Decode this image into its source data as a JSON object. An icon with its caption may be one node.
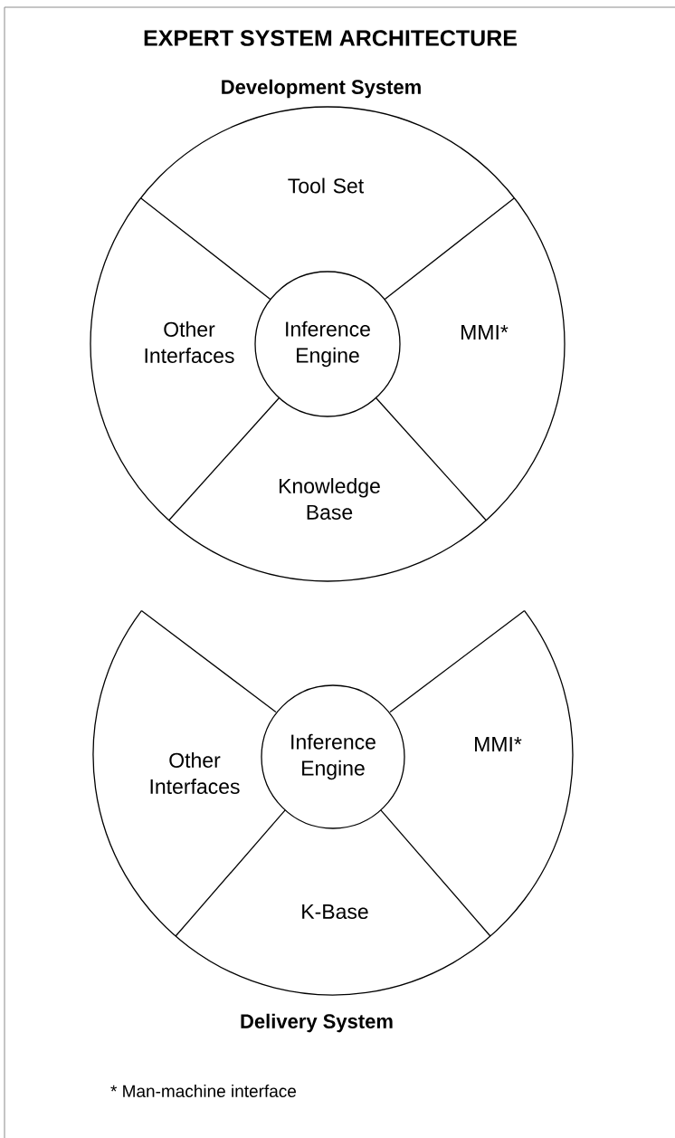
{
  "diagram": {
    "title": "EXPERT SYSTEM ARCHITECTURE",
    "nodes": [
      {
        "text": [
          "Development System"
        ]
      },
      {
        "text": [
          "Tool Set"
        ],
        "in": 0
      },
      {
        "text": [
          "Other Interfaces"
        ],
        "in": 0
      },
      {
        "text": [
          "Inference Engine"
        ],
        "in": 0
      },
      {
        "text": [
          "MMI*"
        ],
        "in": 0
      },
      {
        "text": [
          "Knowledge Base"
        ],
        "in": 0
      },
      {
        "text": [
          "Delivery System"
        ]
      },
      {
        "text": [
          "Other Interfaces"
        ],
        "in": 6
      },
      {
        "text": [
          "Inference Engine"
        ],
        "in": 6
      },
      {
        "text": [
          "MMI*"
        ],
        "in": 6
      },
      {
        "text": [
          "K-Base"
        ],
        "in": 6
      }
    ],
    "edges": [],
    "labels": [
      "* Man-machine interface"
    ]
  }
}
